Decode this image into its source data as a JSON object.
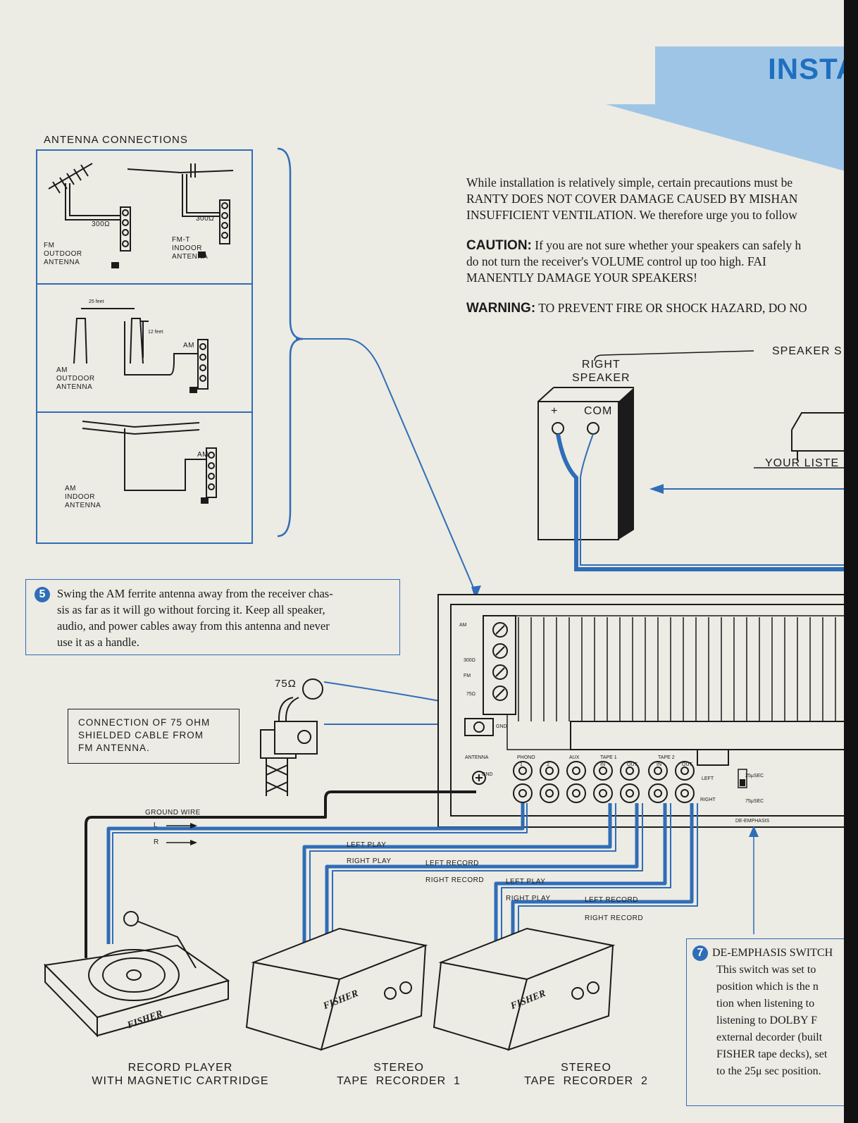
{
  "header": {
    "title": "INSTA"
  },
  "intro": {
    "lines": [
      "While installation is relatively simple, certain precautions must be",
      "RANTY DOES NOT COVER DAMAGE CAUSED BY MISHAN",
      "INSUFFICIENT VENTILATION.  We therefore urge you to follow"
    ],
    "caution_label": "CAUTION:",
    "caution_lines": [
      " If you are not sure whether your speakers can safely h",
      "do not turn the receiver's VOLUME control up too high.  FAI",
      "MANENTLY DAMAGE YOUR SPEAKERS!"
    ],
    "warning_label": "WARNING:",
    "warning_text": "  TO PREVENT FIRE OR SHOCK HAZARD, DO NO"
  },
  "antenna": {
    "title": "ANTENNA  CONNECTIONS",
    "fm_outdoor": "FM\nOUTDOOR\nANTENNA",
    "fm_indoor": "FM-T\nINDOOR\nANTENNA",
    "am_outdoor": "AM\nOUTDOOR\nANTENNA",
    "am_indoor": "AM\nINDOOR\nANTENNA",
    "ohm300": "300Ω",
    "am": "AM",
    "feet25": "25 feet",
    "feet12": "12 feet"
  },
  "note5": {
    "number": "5",
    "lines": [
      "Swing the AM ferrite antenna away from the receiver chas-",
      "sis as far as it will go without forcing it.  Keep all speaker,",
      "audio, and power cables away from this antenna and never",
      "use it as a handle."
    ]
  },
  "coax": {
    "label_lines": [
      "CONNECTION  OF  75  OHM",
      "SHIELDED   CABLE   FROM",
      "FM ANTENNA."
    ],
    "ohm75": "75Ω"
  },
  "speaker": {
    "right_speaker": "RIGHT\nSPEAKER",
    "plus": "+",
    "com": "COM",
    "speaker_s": "SPEAKER  S",
    "your_listen": "YOUR  LISTE"
  },
  "panel": {
    "am": "AM",
    "ohm300": "300Ω",
    "fm": "FM",
    "ohm75": "75Ω",
    "gnd": "GND",
    "antenna": "ANTENNA",
    "phono": "PHONO",
    "p1": "1",
    "p2": "2",
    "aux": "AUX",
    "tape1": "TAPE 1",
    "tape2": "TAPE 2",
    "in": "IN",
    "out": "OUT",
    "left": "LEFT",
    "right": "RIGHT",
    "gnd2": "GND",
    "us25": "25μSEC",
    "us75": "75μSEC",
    "deemph": "DE-EMPHASIS"
  },
  "cables": {
    "ground_wire": "GROUND  WIRE",
    "l": "L",
    "r": "R",
    "left_play": "LEFT   PLAY",
    "right_play": "RIGHT  PLAY",
    "left_record": "LEFT   RECORD",
    "right_record": "RIGHT  RECORD"
  },
  "note7": {
    "number": "7",
    "lines": [
      "DE-EMPHASIS SWITCH",
      "This switch was set to",
      "position which is the n",
      "tion when listening to",
      "listening to DOLBY F",
      "external decorder (built",
      "FISHER tape decks), set",
      "to the 25μ sec position."
    ]
  },
  "devices": {
    "brand": "FISHER",
    "record_player": "RECORD PLAYER\nWITH MAGNETIC CARTRIDGE",
    "tape1": "STEREO\nTAPE  RECORDER  1",
    "tape2": "STEREO\nTAPE  RECORDER  2"
  },
  "colors": {
    "accent": "#2f6db7",
    "banner": "#9ec5e6",
    "paper": "#ecebe4",
    "ink": "#1b1b1b"
  }
}
